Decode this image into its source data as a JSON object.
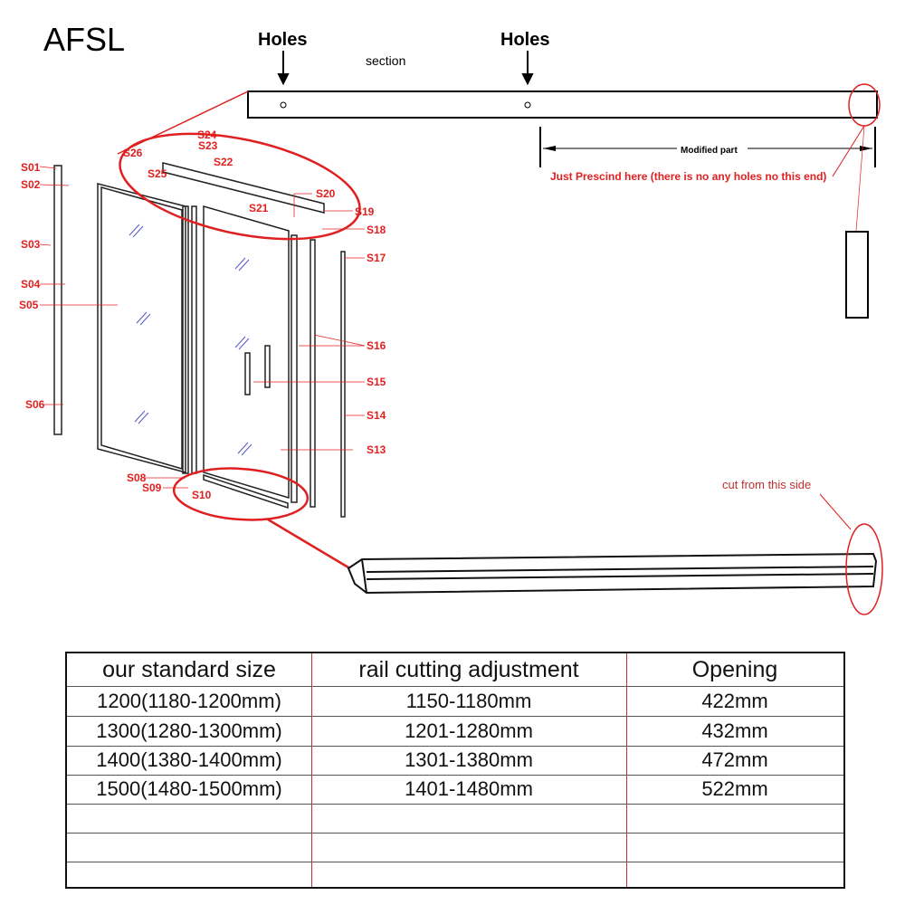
{
  "title": "AFSL",
  "section": {
    "holes_left": "Holes",
    "holes_right": "Holes",
    "section_label": "section",
    "modified_part": "Modified part",
    "note": "Just Prescind here (there is no any holes no this end)"
  },
  "cut_note": "cut from this side",
  "parts": [
    "S01",
    "S02",
    "S03",
    "S04",
    "S05",
    "S06",
    "S08",
    "S09",
    "S10",
    "S13",
    "S14",
    "S15",
    "S16",
    "S17",
    "S18",
    "S19",
    "S20",
    "S21",
    "S22",
    "S23",
    "S24",
    "S25",
    "S26"
  ],
  "table": {
    "headers": [
      "our standard size",
      "rail cutting adjustment",
      "Opening"
    ],
    "rows": [
      [
        "1200(1180-1200mm)",
        "1150-1180mm",
        "422mm"
      ],
      [
        "1300(1280-1300mm)",
        "1201-1280mm",
        "432mm"
      ],
      [
        "1400(1380-1400mm)",
        "1301-1380mm",
        "472mm"
      ],
      [
        "1500(1480-1500mm)",
        "1401-1480mm",
        "522mm"
      ],
      [
        "",
        "",
        ""
      ],
      [
        "",
        "",
        ""
      ],
      [
        "",
        "",
        ""
      ]
    ]
  },
  "colors": {
    "accent": "#e02020",
    "line": "#111111"
  }
}
